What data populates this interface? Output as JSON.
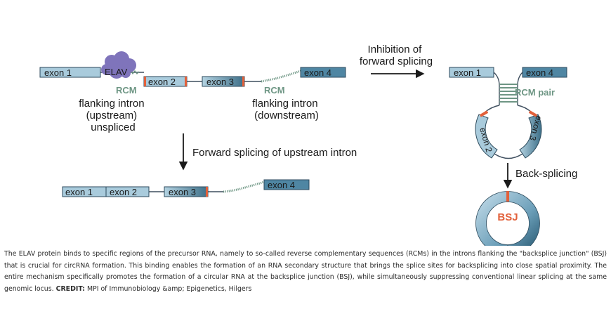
{
  "diagram": {
    "linear_precursor": {
      "exon1": "exon 1",
      "elav": "ELAV",
      "exon2": "exon 2",
      "exon3": "exon 3",
      "exon4": "exon 4",
      "rcm_left": "RCM",
      "rcm_right": "RCM",
      "upstream_intron_label": [
        "flanking intron",
        "(upstream)",
        "unspliced"
      ],
      "downstream_intron_label": [
        "flanking intron",
        "(downstream)"
      ]
    },
    "forward_splicing": {
      "label": "Forward splicing of upstream intron",
      "exon1": "exon 1",
      "exon2": "exon 2",
      "exon3": "exon 3",
      "exon4": "exon 4"
    },
    "inhibition": {
      "label": [
        "Inhibition of",
        "forward splicing"
      ]
    },
    "hairpin": {
      "exon1": "exon 1",
      "exon4": "exon 4",
      "rcm_pair": "RCM pair",
      "exon2": "exon 2",
      "exon3": "exon 3"
    },
    "back_splicing": {
      "label": "Back-splicing",
      "bsj": "BSJ"
    },
    "colors": {
      "exon_light": "#a9cbdc",
      "exon_mid": "#4f86a3",
      "exon_dark": "#3c6e88",
      "intron_line": "#3f4f5f",
      "rcm_green": "#6e9684",
      "splice_orange": "#e2603a",
      "elav_purple": "#7f74bb",
      "text_dark": "#1a1a1a"
    }
  },
  "caption": {
    "text": "The ELAV protein binds to specific regions of the precursor RNA, namely to so-called reverse complementary sequences (RCMs) in the introns flanking the \"backsplice junction\" (BSJ) that is crucial for circRNA formation. This binding enables the formation of an RNA secondary structure that brings the splice sites for backsplicing into close spatial proximity. The entire mechanism specifically promotes the formation of a circular RNA at the backsplice junction (BSJ), while simultaneously suppressing conventional linear splicing at the same genomic locus.",
    "credit_label": "CREDIT:",
    "credit_text": "MPI of Immunobiology &amp; Epigenetics, Hilgers"
  }
}
